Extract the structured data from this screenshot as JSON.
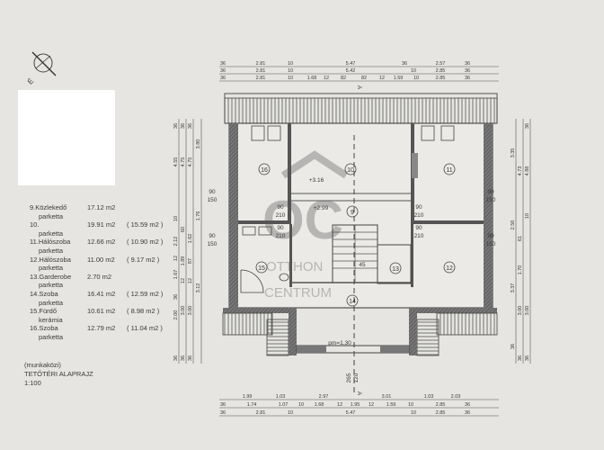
{
  "legend": [
    {
      "name": "9.Közlekedő",
      "finish": "parketta",
      "area": "17.12 m2",
      "net": ""
    },
    {
      "name": "10.",
      "finish": "parketta",
      "area": "19.91 m2",
      "net": "( 15.59 m2 )"
    },
    {
      "name": "11.Hálószoba",
      "finish": "parketta",
      "area": "12.66 m2",
      "net": "( 10.90 m2 )"
    },
    {
      "name": "12.Hálószoba",
      "finish": "parketta",
      "area": "11.00 m2",
      "net": "(  9.17 m2 )"
    },
    {
      "name": "13.Garderobe",
      "finish": "parketta",
      "area": "2.70 m2",
      "net": ""
    },
    {
      "name": "14.Szoba",
      "finish": "parketta",
      "area": "16.41 m2",
      "net": "( 12.59 m2 )"
    },
    {
      "name": "15.Fürdő",
      "finish": "kerámia",
      "area": "10.61 m2",
      "net": "(  8.98 m2 )"
    },
    {
      "name": "16.Szoba",
      "finish": "parketta",
      "area": "12.79 m2",
      "net": "( 11.04 m2 )"
    }
  ],
  "title": {
    "line1": "(munkaközi)",
    "line2": "TETŐTÉRI  ALAPRAJZ",
    "line3": "1:100"
  },
  "compass": {
    "label": "É"
  },
  "watermark": {
    "logo": "OC",
    "line1": "OTTHON",
    "line2": "CENTRUM"
  },
  "rooms": [
    "16",
    "10",
    "11",
    "9",
    "15",
    "13",
    "12",
    "14"
  ],
  "levels": {
    "l1": "+3.16",
    "l2": "+2.99",
    "sill": "pm=1.30",
    "stair": "45",
    "section": "A",
    "sec_a": "265",
    "sec_b": "120"
  },
  "openings": {
    "win_w": "90",
    "win_h": "150",
    "door_w": "90",
    "door_h": "210"
  },
  "dims": {
    "top1": [
      "36",
      "2.81",
      "10",
      "5.47",
      "36",
      "2.57",
      "36"
    ],
    "top2": [
      "36",
      "2.81",
      "10",
      "5.42",
      "10",
      "2.85",
      "36"
    ],
    "top3": [
      "36",
      "2.81",
      "10",
      "1.68",
      "12",
      "82",
      "82",
      "12",
      "1.59",
      "10",
      "2.85",
      "36"
    ],
    "bot1": [
      "1.99",
      "1.03",
      "2.97",
      "3.01",
      "1.03",
      "2.03"
    ],
    "bot2": [
      "36",
      "1.74",
      "1.07",
      "10",
      "1.68",
      "12",
      "1.95",
      "12",
      "1.59",
      "10",
      "2.85",
      "36"
    ],
    "bot3": [
      "36",
      "2.81",
      "10",
      "5.47",
      "10",
      "2.85",
      "36"
    ],
    "left1": [
      "36",
      "4.55",
      "10",
      "2.12",
      "12",
      "1.67",
      "36",
      "2.00",
      "36"
    ],
    "left2": [
      "36",
      "4.75",
      "60",
      "1.89",
      "12",
      "3.00",
      "36"
    ],
    "left3": [
      "36",
      "4.75",
      "1.62",
      "87",
      "12",
      "3.00",
      "36"
    ],
    "left4": [
      "3.80",
      "1.76",
      "3.12"
    ],
    "right1": [
      "3.35",
      "2.56",
      "3.37",
      "36"
    ],
    "right2": [
      "4.73",
      "61",
      "1.70",
      "3.00",
      "36"
    ],
    "right3": [
      "36",
      "4.88",
      "10",
      "3.00",
      "36"
    ]
  }
}
